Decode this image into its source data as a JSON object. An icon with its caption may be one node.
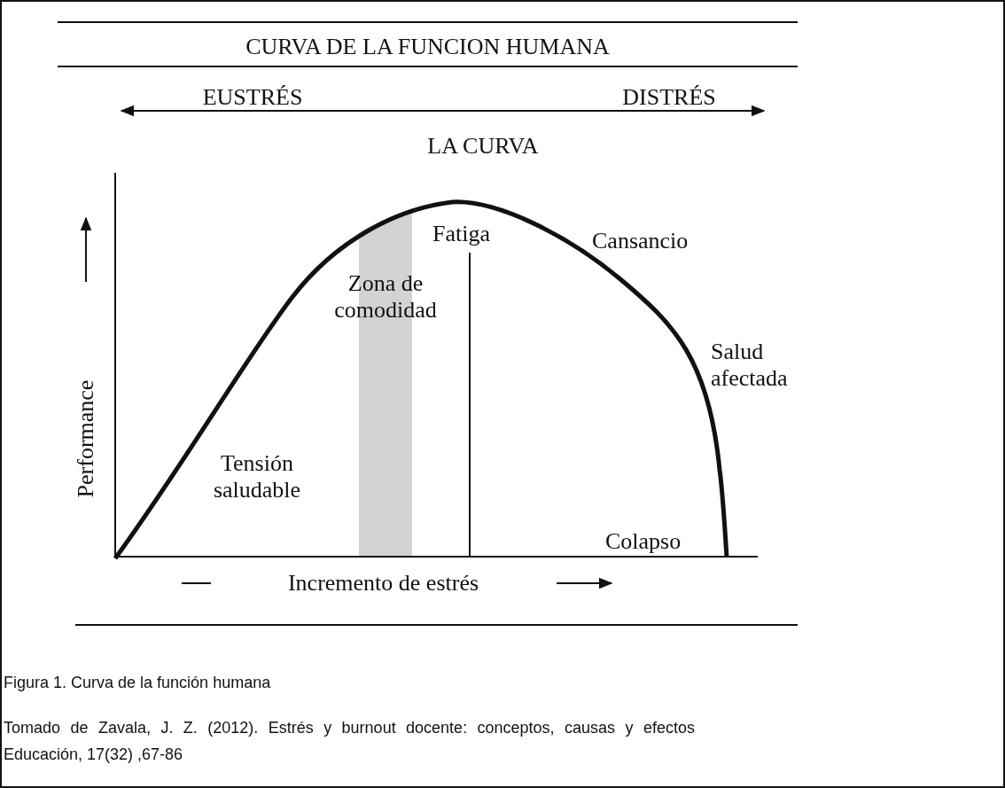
{
  "diagram": {
    "title": "CURVA DE LA FUNCION HUMANA",
    "caption": "Figura 1. Curva de la función humana",
    "labels": [
      "EUSTRÉS",
      "DISTRÉS",
      "LA CURVA",
      "Fatiga",
      "Cansancio",
      "Zona de comodidad",
      "Salud afectada",
      "Performance",
      "Tensión saludable",
      "Colapso",
      "Incremento de estrés",
      "Tomado de Zavala, J. Z. (2012). Estrés y burnout docente: conceptos, causas y efectos Educación, 17(32) ,67-86"
    ]
  }
}
